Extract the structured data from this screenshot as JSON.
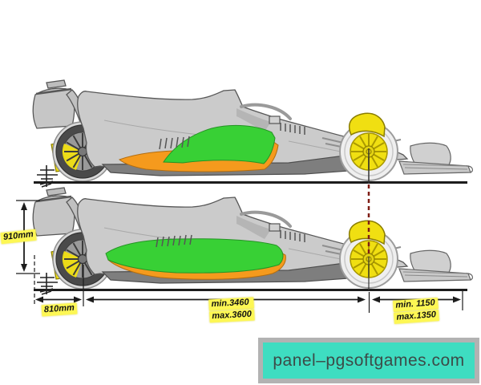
{
  "diagram": {
    "description": "Formula 1 car side-view regulation dimensions, two stacked side profiles",
    "cars": [
      {
        "name": "top-car"
      },
      {
        "name": "bottom-car"
      }
    ],
    "dimensions": {
      "height": {
        "label": "910mm"
      },
      "rear_overhang": {
        "label": "810mm"
      },
      "wheelbase": {
        "min": "min.3460",
        "max": "max.3600"
      },
      "front_overhang": {
        "min": "min. 1150",
        "max": "max.1350"
      }
    }
  },
  "watermark": {
    "text": "panel–pgsoftgames.com"
  },
  "colors": {
    "c-green": "#38d035",
    "c-orange": "#f59a1d",
    "c-yellow": "#f0df12",
    "c-labelbg": "#fdf754",
    "c-body": "#cbcbcb",
    "c-outline": "#575757",
    "c-floor": "#7e7e7e",
    "c-tire": "#4a4a4a",
    "c-ink": "#1c1c1c",
    "c-red": "#7f1d15",
    "c-teal": "#3eddc1",
    "c-teal-border": "#b2b2b2",
    "c-teal-text": "#3c4b48"
  }
}
